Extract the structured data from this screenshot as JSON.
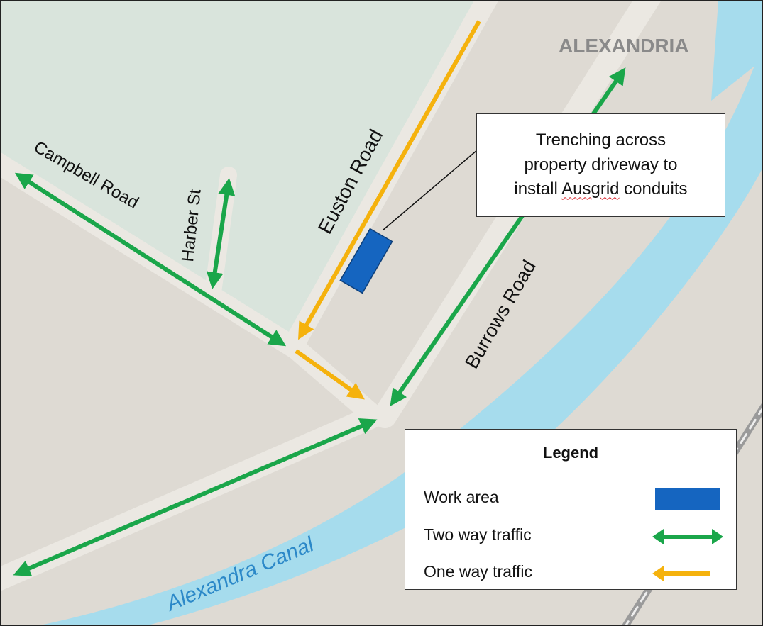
{
  "labels": {
    "suburb": "ALEXANDRIA",
    "campbell_road": "Campbell Road",
    "harber_st": "Harber St",
    "euston_road": "Euston Road",
    "burrows_road": "Burrows Road",
    "alexandra_canal": "Alexandra Canal"
  },
  "callout": {
    "line1": "Trenching across",
    "line2": "property driveway to",
    "line3_prefix": "install ",
    "line3_brand": "Ausgrid",
    "line3_suffix": " conduits"
  },
  "legend": {
    "title": "Legend",
    "items": [
      {
        "label": "Work area",
        "symbol": "blue-rectangle"
      },
      {
        "label": "Two way traffic",
        "symbol": "green-double-arrow"
      },
      {
        "label": "One way traffic",
        "symbol": "yellow-single-arrow"
      }
    ]
  },
  "colors": {
    "park": "#d9e4dc",
    "land": "#dedad3",
    "road": "#ebe8e2",
    "canal": "#a6dced",
    "canal_label": "#2b88c8",
    "two_way": "#1aa64a",
    "one_way": "#f5b20d",
    "work_area": "#1565c0",
    "suburb_label": "#8a8a8a",
    "railway": "#9a9a9a"
  }
}
